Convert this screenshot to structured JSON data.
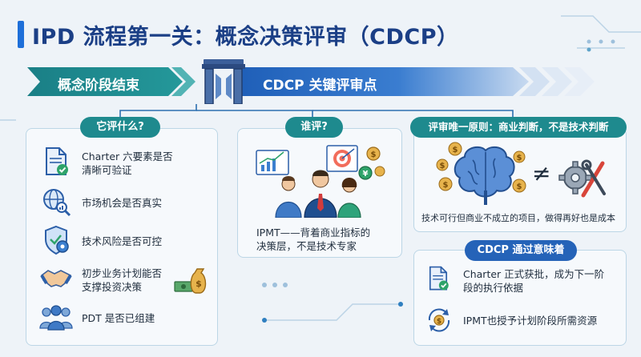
{
  "title": "IPD 流程第一关：概念决策评审（CDCP）",
  "banner": {
    "left_label": "概念阶段结束",
    "right_label": "CDCP 关键评审点"
  },
  "what": {
    "heading": "它评什么?",
    "items": [
      {
        "text": "Charter 六要素是否\n清晰可验证",
        "icon": "document-check-icon"
      },
      {
        "text": "市场机会是否真实",
        "icon": "globe-magnifier-icon"
      },
      {
        "text": "技术风险是否可控",
        "icon": "shield-gear-icon"
      },
      {
        "text": "初步业务计划能否\n支撑投资决策",
        "icon": "handshake-icon"
      },
      {
        "text": "PDT 是否已组建",
        "icon": "team-icon"
      }
    ]
  },
  "who": {
    "heading": "谁评?",
    "text": "IPMT——背着商业指标的\n决策层，不是技术专家"
  },
  "principle": {
    "heading": "评审唯一原则：商业判断，不是技术判断",
    "symbol": "≠",
    "text": "技术可行但商业不成立的项目，做得再好也是成本"
  },
  "pass": {
    "heading": "CDCP 通过意味着",
    "items": [
      {
        "text": "Charter 正式获批，成为下一阶\n段的执行依据",
        "icon": "document-check-icon"
      },
      {
        "text": "IPMT也授予计划阶段所需资源",
        "icon": "resource-cycle-icon"
      }
    ]
  },
  "colors": {
    "title": "#1b3f86",
    "teal": "#1e8a8e",
    "blue": "#2563b8",
    "panel_border": "#bcd6e6"
  }
}
